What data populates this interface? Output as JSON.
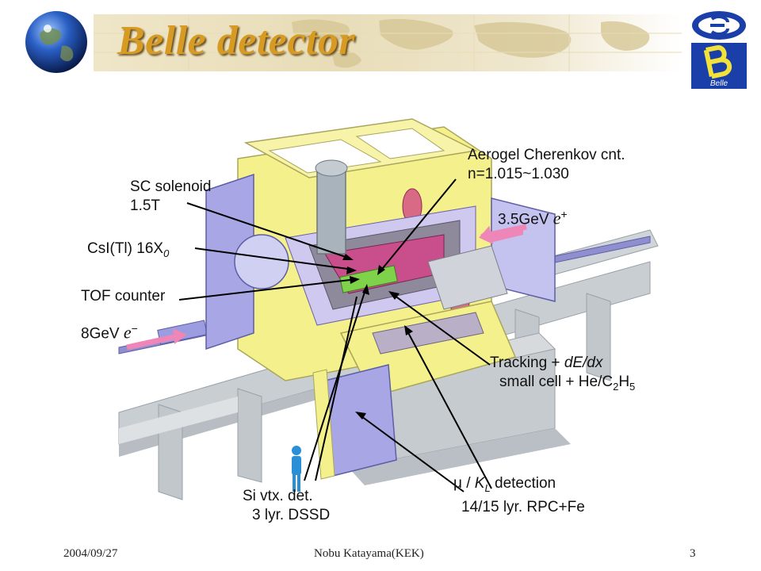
{
  "slide": {
    "title": "Belle detector",
    "logo_text": "Belle",
    "footer": {
      "date": "2004/09/27",
      "author": "Nobu Katayama(KEK)",
      "page_number": "3"
    }
  },
  "diagram": {
    "labels": {
      "sc_solenoid_line1": "SC solenoid",
      "sc_solenoid_line2": "1.5T",
      "csi": "CsI(Tl) 16X",
      "csi_sub": "0",
      "tof": "TOF counter",
      "e_minus_energy": "8GeV",
      "e_minus_symbol": "e",
      "e_minus_sup": "−",
      "aerogel_line1": "Aerogel Cherenkov cnt.",
      "aerogel_line2": "n=1.015~1.030",
      "e_plus_energy": "3.5GeV",
      "e_plus_symbol": "e",
      "e_plus_sup": "+",
      "tracking_prefix": "Tracking + ",
      "tracking_italic": "dE/dx",
      "tracking_line2_prefix": "small cell + He/C",
      "tracking_sub1": "2",
      "tracking_mid": "H",
      "tracking_sub2": "5",
      "mu_prefix": "μ / ",
      "mu_k": "K",
      "mu_k_sub": "L",
      "mu_suffix": " detection",
      "mu_line2": "14/15 lyr. RPC+Fe",
      "si_line1": "Si vtx. det.",
      "si_line2": "3 lyr. DSSD"
    }
  },
  "colors": {
    "title": "#d79a22",
    "yoke_yellow": "#f4f08c",
    "endcap_violet": "#a9a6e6",
    "beam_pipe": "#8f8fd0",
    "support_grey": "#d2d6da",
    "solenoid_pink": "#d96a86",
    "beam_arrow": "#ef86b8"
  }
}
